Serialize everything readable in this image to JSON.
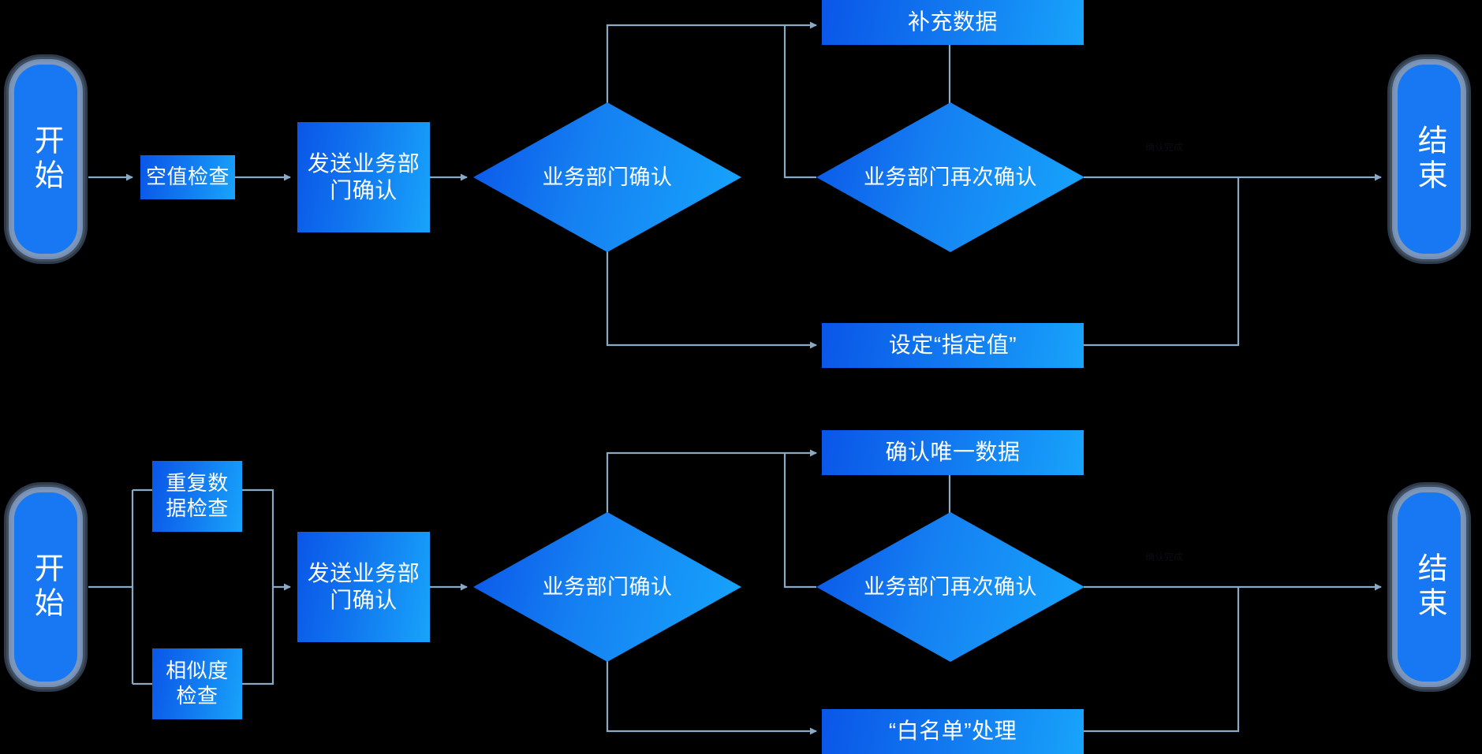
{
  "diagram": {
    "type": "flowchart",
    "background": "#000000",
    "accent_gradient_from": "#0a56e8",
    "accent_gradient_to": "#18a4fb",
    "terminator_color": "#1877f2",
    "connector_color": "#8aa9c4",
    "text_color": "#ffffff"
  },
  "flow_top": {
    "name": "null-value-check-flow",
    "start": {
      "label": "开始"
    },
    "end": {
      "label": "结束"
    },
    "nodes": [
      {
        "id": "null_check",
        "shape": "process",
        "label": "空值检查"
      },
      {
        "id": "send_dept",
        "shape": "process",
        "label": "发送业务部门确认"
      },
      {
        "id": "dept_confirm",
        "shape": "decision",
        "label": "业务部门确认"
      },
      {
        "id": "fill_data",
        "shape": "process",
        "label": "补充数据"
      },
      {
        "id": "dept_reconfirm",
        "shape": "decision",
        "label": "业务部门再次确认"
      },
      {
        "id": "set_value",
        "shape": "process",
        "label": "设定“指定值”"
      }
    ],
    "edge_label": "确认完成"
  },
  "flow_bottom": {
    "name": "duplicate-data-check-flow",
    "start": {
      "label": "开始"
    },
    "end": {
      "label": "结束"
    },
    "nodes": [
      {
        "id": "dup_check",
        "shape": "process",
        "label": "重复数据检查"
      },
      {
        "id": "sim_check",
        "shape": "process",
        "label": "相似度检查"
      },
      {
        "id": "send_dept",
        "shape": "process",
        "label": "发送业务部门确认"
      },
      {
        "id": "dept_confirm",
        "shape": "decision",
        "label": "业务部门确认"
      },
      {
        "id": "unique_data",
        "shape": "process",
        "label": "确认唯一数据"
      },
      {
        "id": "dept_reconfirm",
        "shape": "decision",
        "label": "业务部门再次确认"
      },
      {
        "id": "whitelist",
        "shape": "process",
        "label": "“白名单”处理"
      }
    ],
    "edge_label": "确认完成"
  }
}
